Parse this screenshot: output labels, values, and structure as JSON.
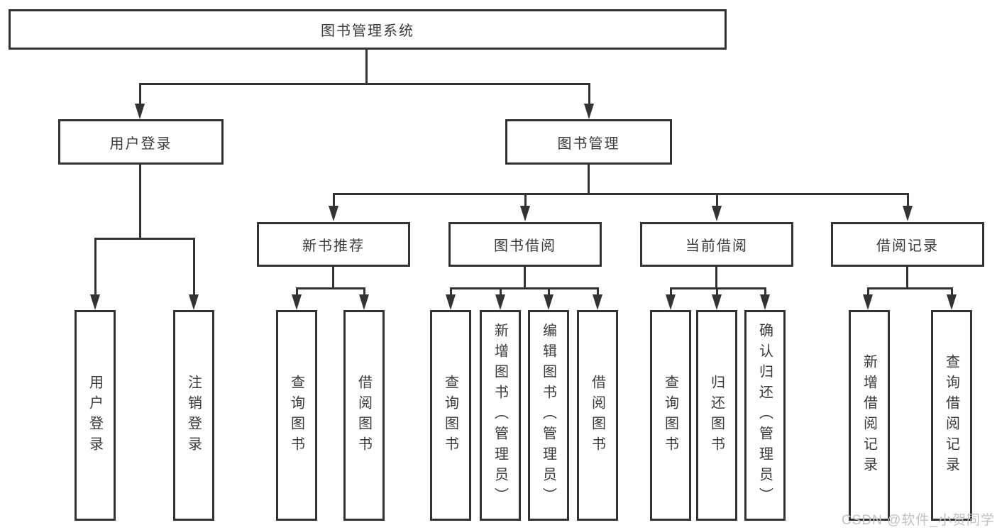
{
  "diagram": {
    "root": {
      "label": "图书管理系统"
    },
    "level2": [
      {
        "id": "user-login",
        "label": "用户登录",
        "children": [
          "用户登录",
          "注销登录"
        ]
      },
      {
        "id": "book-management",
        "label": "图书管理"
      }
    ],
    "level3": [
      {
        "id": "new-book-recommend",
        "label": "新书推荐",
        "children": [
          "查询图书",
          "借阅图书"
        ]
      },
      {
        "id": "book-borrow",
        "label": "图书借阅",
        "children": [
          "查询图书",
          "新增图书（管理员）",
          "编辑图书（管理员）",
          "借阅图书"
        ]
      },
      {
        "id": "current-borrow",
        "label": "当前借阅",
        "children": [
          "查询图书",
          "归还图书",
          "确认归还（管理员）"
        ]
      },
      {
        "id": "borrow-record",
        "label": "借阅记录",
        "children": [
          "新增借阅记录",
          "查询借阅记录"
        ]
      }
    ]
  },
  "watermark": {
    "text": "CSDN @软件_小贺同学"
  },
  "colors": {
    "line": "#333333",
    "text": "#3a3a3a",
    "background": "#ffffff",
    "watermark": "#c2c2c2"
  }
}
